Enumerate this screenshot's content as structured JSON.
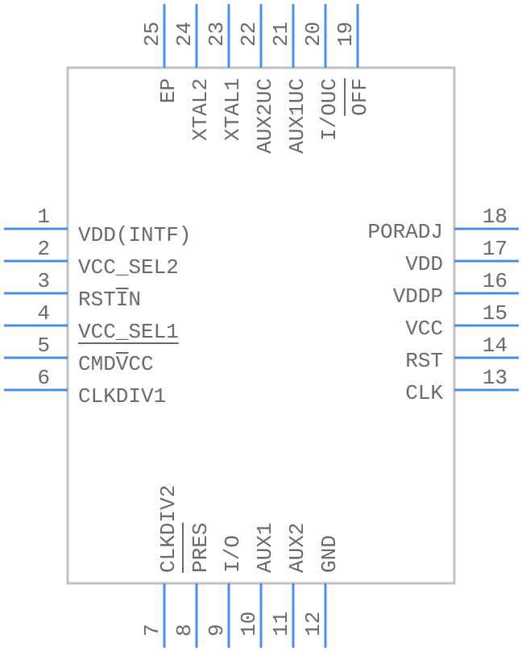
{
  "component": {
    "title": "IC pinout symbol",
    "colors": {
      "pin": "#4a8cf0",
      "body": "#c0c0c0",
      "text": "#6a6a6a"
    }
  },
  "pins": {
    "left": [
      {
        "number": "1",
        "name": "VDD(INTF)"
      },
      {
        "number": "2",
        "name": "VCC_SEL2"
      },
      {
        "number": "3",
        "name": "RSTIN",
        "overbar": "I"
      },
      {
        "number": "4",
        "name": "VCC_SEL1",
        "overbar_all_below": true
      },
      {
        "number": "5",
        "name": "CMDVCC",
        "overbar": "V"
      },
      {
        "number": "6",
        "name": "CLKDIV1"
      }
    ],
    "right": [
      {
        "number": "18",
        "name": "PORADJ"
      },
      {
        "number": "17",
        "name": "VDD"
      },
      {
        "number": "16",
        "name": "VDDP"
      },
      {
        "number": "15",
        "name": "VCC"
      },
      {
        "number": "14",
        "name": "RST"
      },
      {
        "number": "13",
        "name": "CLK"
      }
    ],
    "top": [
      {
        "number": "25",
        "name": "EP"
      },
      {
        "number": "24",
        "name": "XTAL2"
      },
      {
        "number": "23",
        "name": "XTAL1"
      },
      {
        "number": "22",
        "name": "AUX2UC"
      },
      {
        "number": "21",
        "name": "AUX1UC"
      },
      {
        "number": "20",
        "name": "I/OUC"
      },
      {
        "number": "19",
        "name": "OFF",
        "overbar": "OFF"
      }
    ],
    "bottom": [
      {
        "number": "7",
        "name": "CLKDIV2"
      },
      {
        "number": "8",
        "name": "PRES",
        "overbar": "PRES"
      },
      {
        "number": "9",
        "name": "I/O"
      },
      {
        "number": "10",
        "name": "AUX1"
      },
      {
        "number": "11",
        "name": "AUX2"
      },
      {
        "number": "12",
        "name": "GND"
      }
    ]
  }
}
